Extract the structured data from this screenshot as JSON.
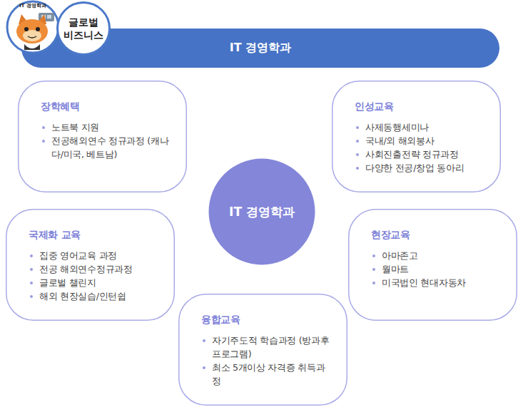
{
  "diagram": {
    "nodes": [
      {
        "text": [
          "글로벌 비즈니스"
        ]
      },
      {
        "text": [
          "IT 경영학과"
        ]
      },
      {
        "text": [
          "장학혜택",
          "노트북 지원",
          "전공해외연수 정규과정 (캐나다/미국, 베트남)"
        ]
      },
      {
        "text": [
          "인성교육",
          "사제동행세미나",
          "국내/외 해외봉사",
          "사회진출전략 정규과정",
          "다양한 전공/창업 동아리"
        ]
      },
      {
        "text": [
          "IT 경영학과"
        ]
      },
      {
        "text": [
          "국제화 교육",
          "집중 영어교육 과정",
          "전공 해외연수정규과정",
          "글로벌 챌린지",
          "해외 현장실습/인턴쉽"
        ]
      },
      {
        "text": [
          "현장교육",
          "아마존고",
          "월마트",
          "미국법인 현대자동차"
        ]
      },
      {
        "text": [
          "융합교육",
          "자기주도적 학습과정 (방과후 프로그램)",
          "최소 5개이상 자격증 취득과정"
        ]
      }
    ],
    "labels": [
      "IT 경영학과"
    ]
  }
}
